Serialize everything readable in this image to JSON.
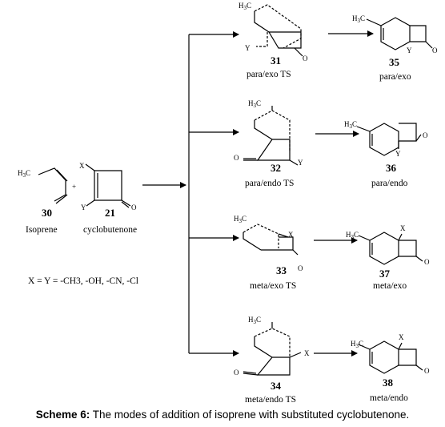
{
  "reactants": {
    "diene": {
      "number": "30",
      "name": "Isoprene",
      "methyl": "H3C"
    },
    "dienophile": {
      "number": "21",
      "name": "cyclobutenone",
      "x": "X",
      "y": "Y",
      "plus": "+"
    }
  },
  "substituents": "X = Y = -CH3, -OH, -CN, -Cl",
  "transition_states": [
    {
      "number": "31",
      "label": "para/exo TS"
    },
    {
      "number": "32",
      "label": "para/endo TS"
    },
    {
      "number": "33",
      "label": "meta/exo TS"
    },
    {
      "number": "34",
      "label": "meta/endo TS"
    }
  ],
  "products": [
    {
      "number": "35",
      "label": "para/exo"
    },
    {
      "number": "36",
      "label": "para/endo"
    },
    {
      "number": "37",
      "label": "meta/exo"
    },
    {
      "number": "38",
      "label": "meta/endo"
    }
  ],
  "atoms": {
    "methyl": "H3C",
    "o": "O",
    "x": "X",
    "y": "Y"
  },
  "caption": {
    "bold": "Scheme 6:",
    "text": " The modes of addition of isoprene with substituted cyclobutenone."
  }
}
